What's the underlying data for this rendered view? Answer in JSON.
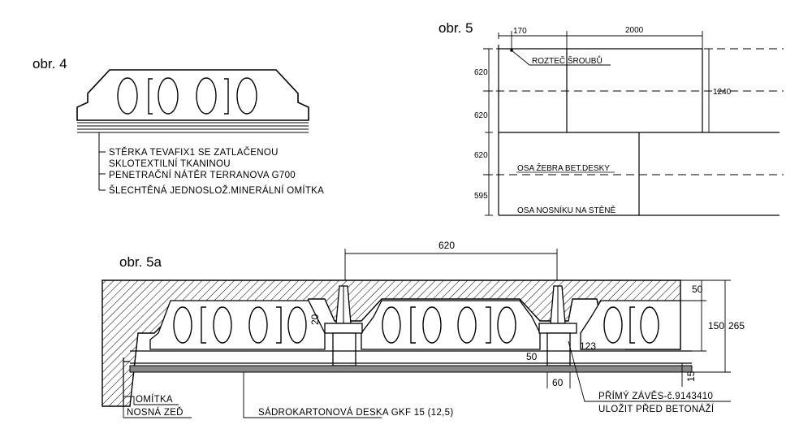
{
  "figures": {
    "fig4": "obr. 4",
    "fig5": "obr. 5",
    "fig5a": "obr. 5a"
  },
  "obr4": {
    "notes": [
      "STĚRKA TEVAFIX1 SE ZATLAČENOU",
      "SKLOTEXTILNÍ TKANINOU",
      "PENETRAČNÍ NÁTĚR TERRANOVA G700",
      "ŠLECHTĚNÁ JEDNOSLOŽ.MINERÁLNÍ OMÍTKA"
    ]
  },
  "obr5": {
    "dim_top_small": "170",
    "dim_top_large": "2000",
    "dim_total": "1240",
    "dims_left": [
      "620",
      "620",
      "620",
      "595"
    ],
    "label_screws": "ROZTEČ ŠROUBŮ",
    "label_rib": "OSA ŽEBRA BET.DESKY",
    "label_beam": "OSA NOSNÍKU NA STĚNĚ"
  },
  "obr5a": {
    "dim_span": "620",
    "dim_top_layer": "50",
    "dim_slab": "150",
    "dim_total": "265",
    "dim_20": "20",
    "dim_50": "50",
    "dim_123": "123",
    "dim_60": "60",
    "dim_15": "15",
    "label_render": "OMÍTKA",
    "label_wall": "NOSNÁ ZEĎ",
    "label_board": "SÁDROKARTONOVÁ DESKA GKF 15 (12,5)",
    "label_hanger": "PŘÍMÝ ZÁVĚS-č.9143410",
    "label_install": "ULOŽIT PŘED BETONÁŽÍ"
  }
}
